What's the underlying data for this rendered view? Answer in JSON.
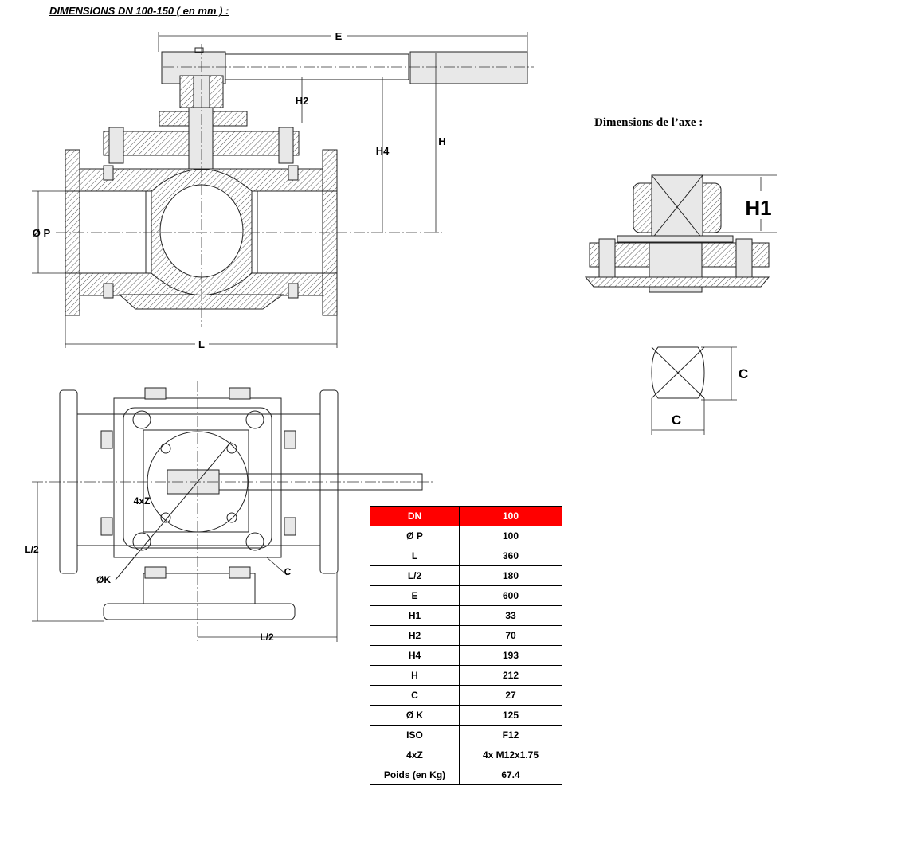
{
  "title": "DIMENSIONS DN 100-150 ( en mm ) :",
  "axis_title": "Dimensions de l’axe :",
  "labels": {
    "E": "E",
    "H2": "H2",
    "H4": "H4",
    "H": "H",
    "P": "Ø P",
    "L": "L",
    "H1": "H1",
    "C_vert": "C",
    "C_horiz": "C",
    "Z": "4xZ",
    "L2_vert": "L/2",
    "K": "ØK",
    "C_bottom": "C",
    "L2_horiz": "L/2"
  },
  "table": {
    "header": [
      "DN",
      "100"
    ],
    "rows": [
      [
        "Ø P",
        "100"
      ],
      [
        "L",
        "360"
      ],
      [
        "L/2",
        "180"
      ],
      [
        "E",
        "600"
      ],
      [
        "H1",
        "33"
      ],
      [
        "H2",
        "70"
      ],
      [
        "H4",
        "193"
      ],
      [
        "H",
        "212"
      ],
      [
        "C",
        "27"
      ],
      [
        "Ø K",
        "125"
      ],
      [
        "ISO",
        "F12"
      ],
      [
        "4xZ",
        "4x M12x1.75"
      ],
      [
        "Poids (en Kg)",
        "67.4"
      ]
    ]
  },
  "colors": {
    "header_bg": "#ff0000",
    "header_text": "#ffffff"
  }
}
